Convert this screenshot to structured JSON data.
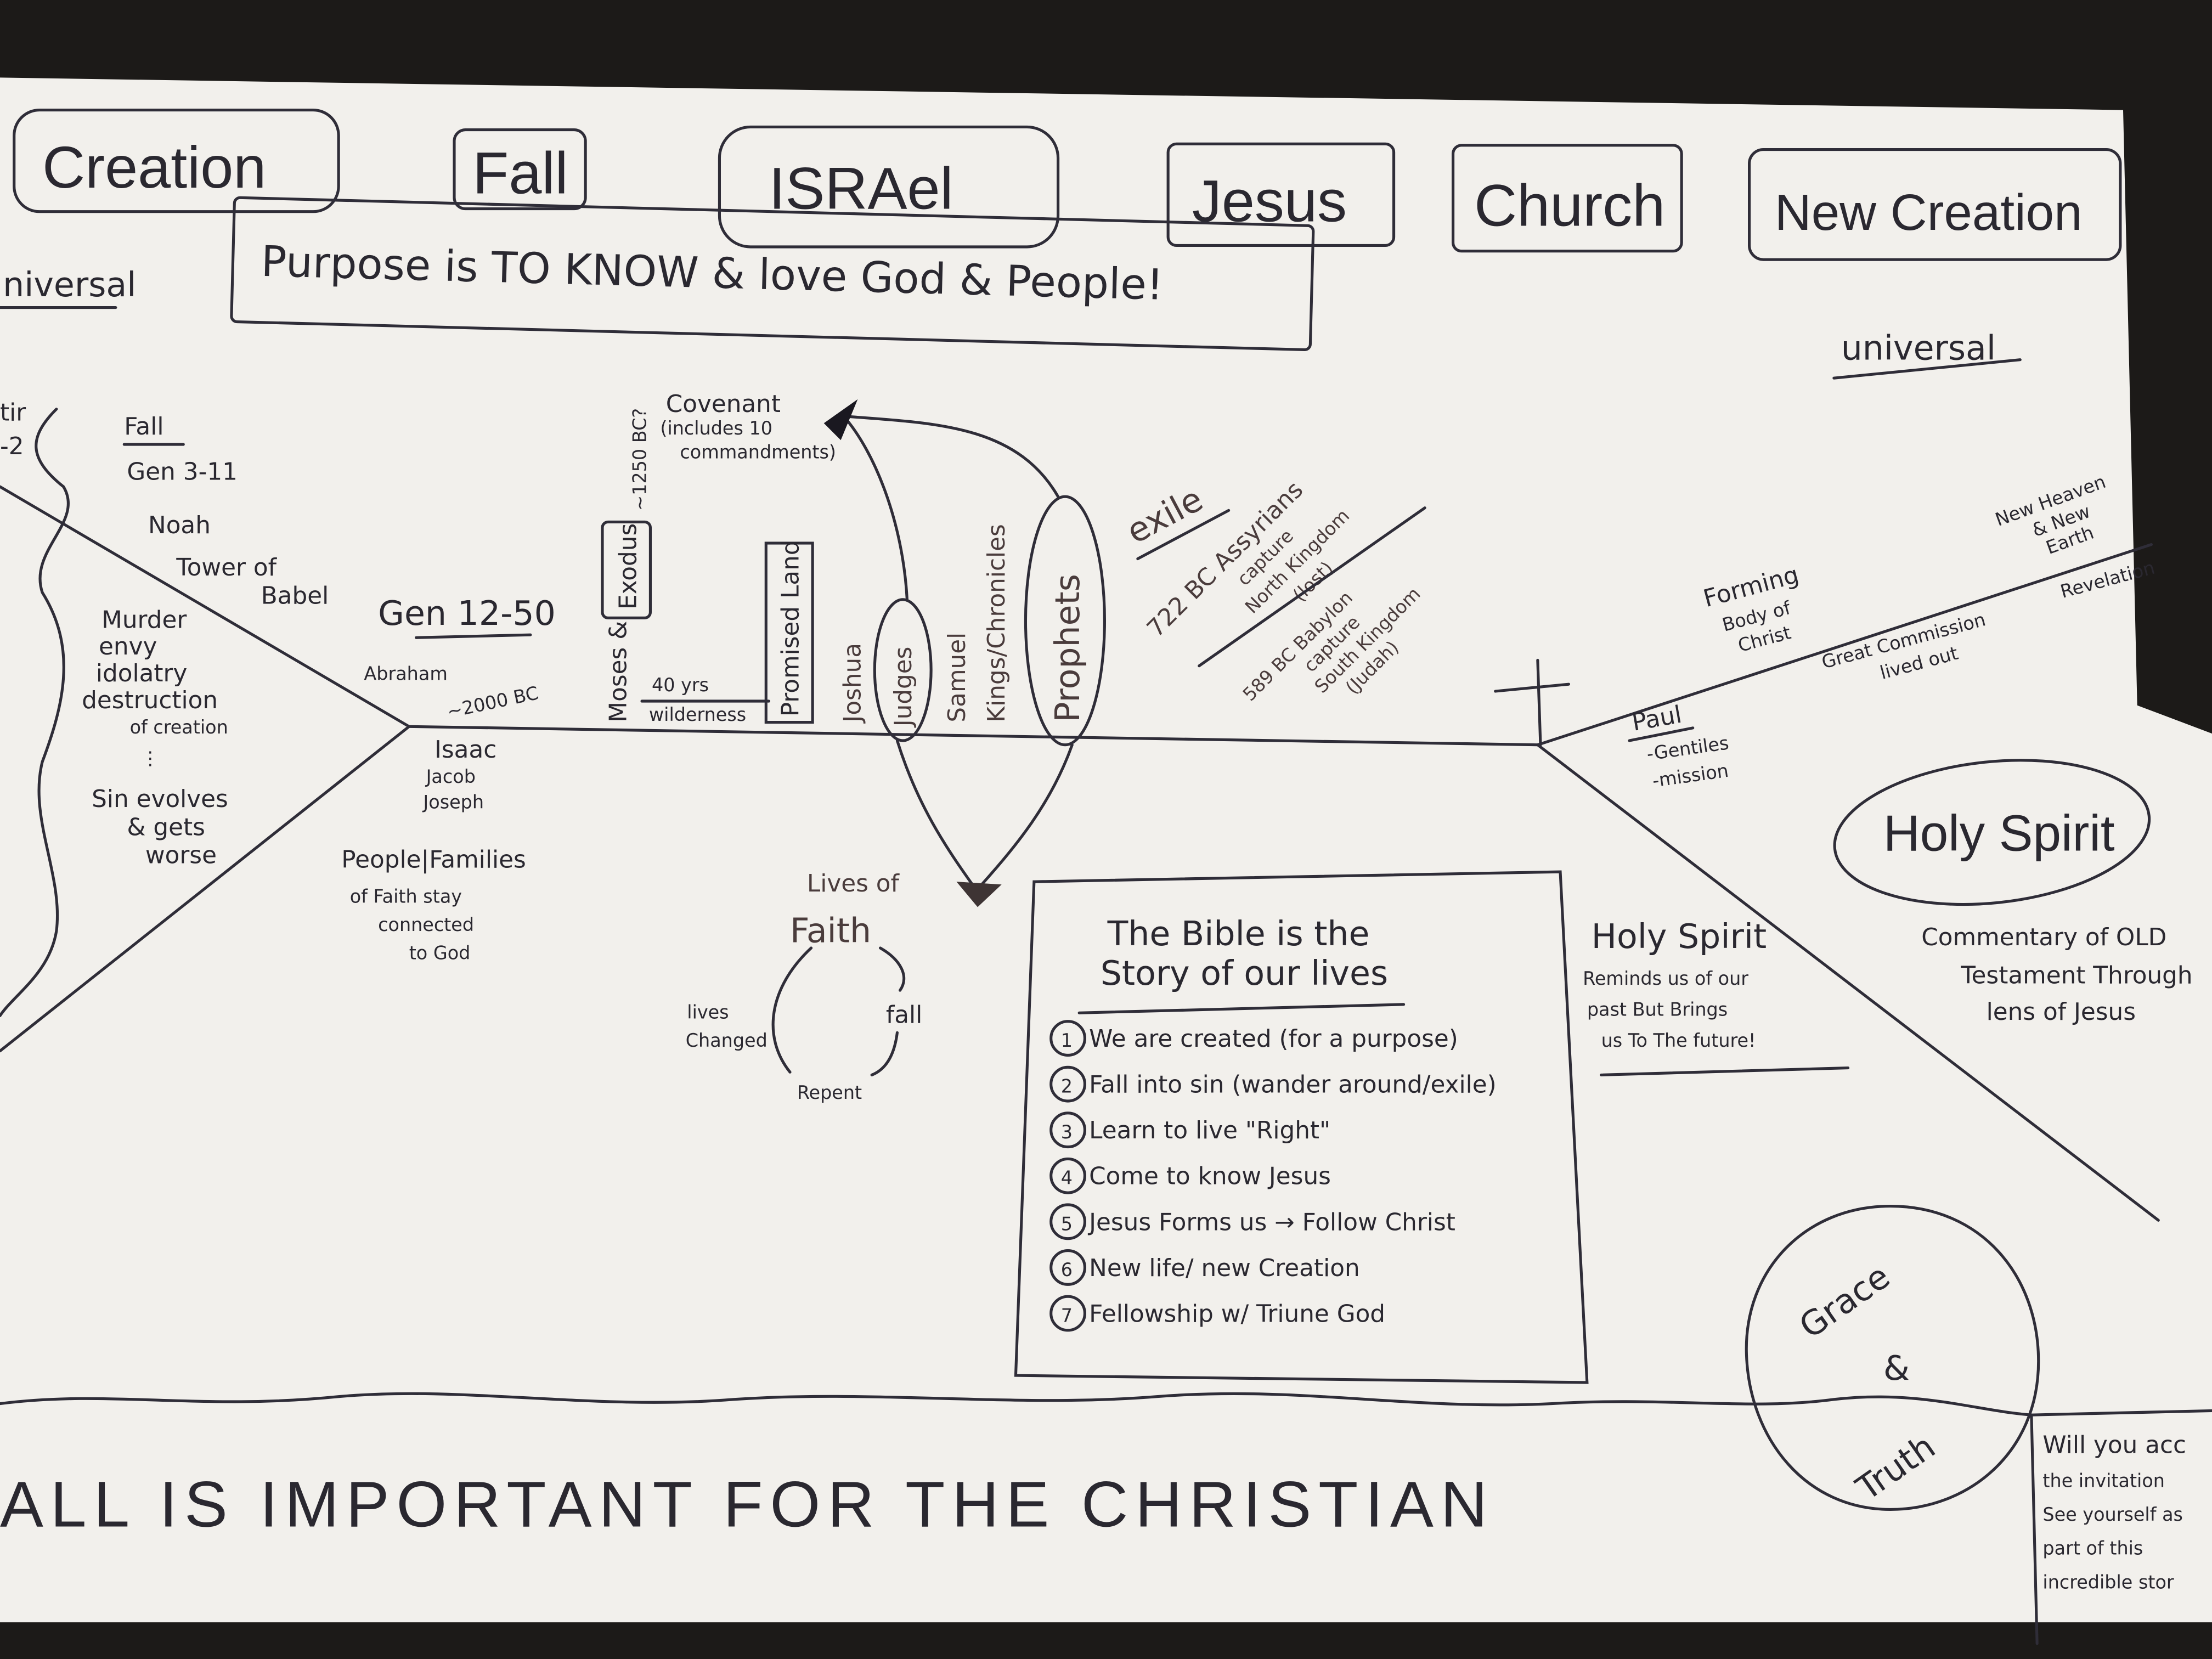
{
  "header": {
    "eras": [
      "Creation",
      "Fall",
      "ISRAel",
      "Jesus",
      "Church",
      "New Creation"
    ],
    "purpose": "Purpose is TO KNOW & love God & People!"
  },
  "left": {
    "universal_partial": "niversal",
    "creation_partial": [
      "tir",
      "-2"
    ],
    "fall_title": "Fall",
    "fall_ref": "Gen 3-11",
    "noah": "Noah",
    "tower": [
      "Tower of",
      "Babel"
    ],
    "sins": [
      "Murder",
      "envy",
      "idolatry",
      "destruction",
      "of creation",
      "⋮"
    ],
    "sin_evolves": [
      "Sin evolves",
      "& gets",
      "worse"
    ]
  },
  "patriarchs": {
    "ref": "Gen 12-50",
    "abraham": "Abraham",
    "abraham_date": "~2000 BC",
    "names": [
      "Isaac",
      "Jacob",
      "Joseph"
    ],
    "note": [
      "People|Families",
      "of Faith stay",
      "connected",
      "to God"
    ]
  },
  "israel": {
    "moses": "Moses &",
    "exodus": "Exodus",
    "exodus_date": "~1250 BC?",
    "covenant": [
      "Covenant",
      "(includes 10",
      "commandments)"
    ],
    "wilderness_years": "40 yrs",
    "wilderness": "wilderness",
    "promised_land": "Promised Land",
    "joshua": "Joshua",
    "judges": "Judges",
    "samuel": "Samuel",
    "kings": "Kings/Chronicles",
    "prophets": "Prophets"
  },
  "exile": {
    "title": "exile",
    "north": [
      "722 BC Assyrians",
      "capture",
      "North Kingdom",
      "(lost)"
    ],
    "south": [
      "589 BC Babylon",
      "capture",
      "South Kingdom",
      "(Judah)"
    ]
  },
  "cycle": {
    "title": [
      "Lives of",
      "Faith"
    ],
    "fall": "fall",
    "repent": "Repent",
    "changed": [
      "lives",
      "Changed"
    ]
  },
  "story": {
    "title": [
      "The Bible is the",
      "Story of our lives"
    ],
    "items": [
      {
        "num": "1",
        "text": "We are created (for a purpose)"
      },
      {
        "num": "2",
        "text": "Fall into sin (wander around/exile)"
      },
      {
        "num": "3",
        "text": "Learn to live \"Right\""
      },
      {
        "num": "4",
        "text": "Come to know Jesus"
      },
      {
        "num": "5",
        "text": "Jesus Forms us → Follow Christ"
      },
      {
        "num": "6",
        "text": "New life/ new Creation"
      },
      {
        "num": "7",
        "text": "Fellowship w/ Triune God"
      }
    ]
  },
  "church": {
    "forming": [
      "Forming",
      "Body of",
      "Christ"
    ],
    "paul": "Paul",
    "paul_items": [
      "-Gentiles",
      "-mission"
    ],
    "great_commission": [
      "Great Commission",
      "lived out"
    ],
    "new_heaven": [
      "New Heaven",
      "& New",
      "Earth"
    ],
    "revelation": "Revelation",
    "universal": "universal"
  },
  "spirit": {
    "circle_label": "Holy Spirit",
    "title": "Holy Spirit",
    "reminds": [
      "Reminds us of our",
      "past But Brings",
      "us To The future!"
    ],
    "commentary": [
      "Commentary of OLD",
      "Testament Through",
      "lens of Jesus"
    ]
  },
  "grace": {
    "grace": "Grace",
    "and": "&",
    "truth": "Truth"
  },
  "invite": [
    "Will you acc",
    "the invitation",
    "See yourself as",
    "part of this",
    "incredible stor"
  ],
  "footer": "ALL IS IMPORTANT FOR THE CHRISTIAN"
}
